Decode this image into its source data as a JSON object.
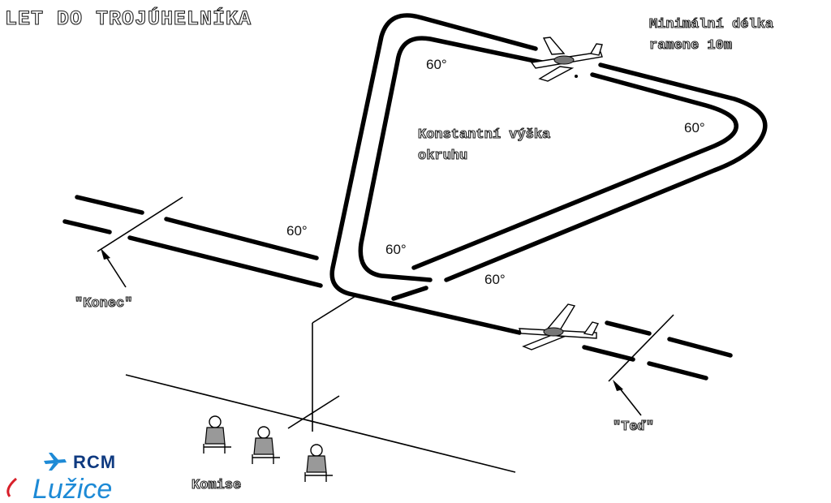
{
  "title": "LET DO TROJÚHELNÍKA",
  "note_min_length": [
    "Minimální délka",
    "ramene 10m"
  ],
  "note_constant_height": [
    "Konstantní výška",
    "okruhu"
  ],
  "angles": [
    "60°",
    "60°",
    "60°",
    "60°",
    "60°"
  ],
  "label_end": "\"Konec\"",
  "label_now": "\"Teď\"",
  "label_jury": "Komise",
  "logo": {
    "brand": "RCM",
    "place": "Lužice",
    "colors": {
      "brand": "#0f3a80",
      "place": "#1d8ad6"
    }
  },
  "icons": [
    "airplane-icon",
    "judge-figure-icon",
    "arrow-icon"
  ]
}
